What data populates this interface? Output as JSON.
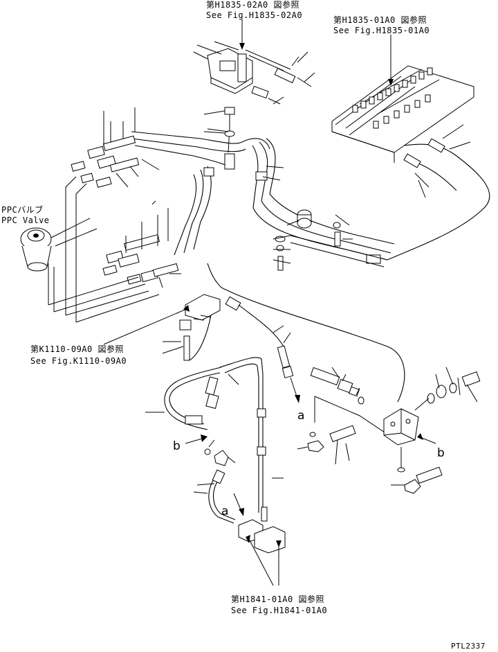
{
  "references": [
    {
      "jp": "第H1835-02A0 図参照",
      "en": "See Fig.H1835-02A0"
    },
    {
      "jp": "第H1835-01A0 図参照",
      "en": "See Fig.H1835-01A0"
    },
    {
      "jp": "第K1110-09A0 図参照",
      "en": "See Fig.K1110-09A0"
    },
    {
      "jp": "第H1841-01A0 図参照",
      "en": "See Fig.H1841-01A0"
    }
  ],
  "ppc_valve": {
    "jp": "PPCバルブ",
    "en": "PPC Valve"
  },
  "connectors": {
    "a1": "a",
    "a2": "a",
    "b1": "b",
    "b2": "b"
  },
  "drawing_number": "PTL2337"
}
